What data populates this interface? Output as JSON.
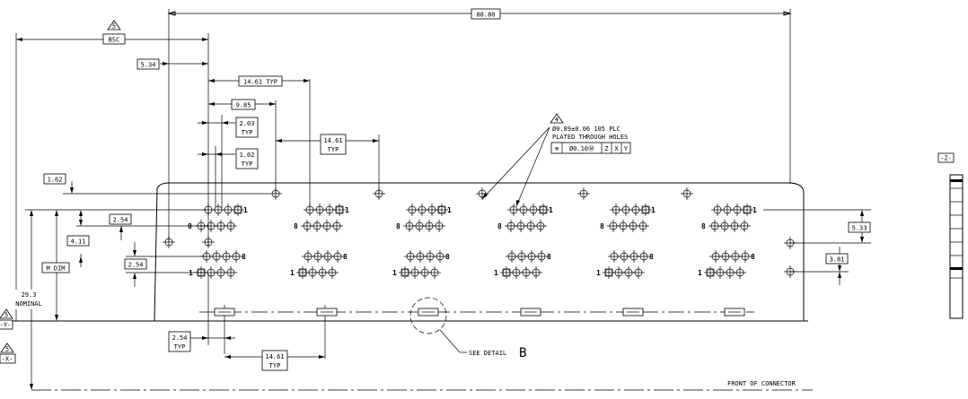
{
  "dimensions": {
    "overall_width": "88.80",
    "bsc": "BSC",
    "bsc_note": "5",
    "offset_left": "5.34",
    "pitch_typ": "14.61 TYP",
    "offset_9_85": "9.85",
    "pitch_2_03_a": "2.03",
    "pitch_2_03_b": "TYP",
    "pitch_1_02_a": "1.02",
    "pitch_1_02_b": "TYP",
    "pitch_14_61_a": "14.61",
    "pitch_14_61_b": "TYP",
    "top_1_62": "1.62",
    "row_2_54_top": "2.54",
    "row_4_11": "4.11",
    "m_dim": "M DIM",
    "row_2_54_bottom": "2.54",
    "nominal_value": "29.3",
    "nominal_label": "NOMINAL",
    "right_5_33": "5.33",
    "right_3_81": "3.81",
    "bottom_2_54_a": "2.54",
    "bottom_2_54_b": "TYP",
    "bottom_14_61_a": "14.61",
    "bottom_14_61_b": "TYP"
  },
  "notes": {
    "hole_flag": "4",
    "hole_spec_line1": "Ø0.89±0.06 105 PLC",
    "hole_spec_line2": "PLATED THROUGH HOLES",
    "fcf_symbol": "⊕",
    "fcf_tolerance": "Ø0.10Ⓜ",
    "fcf_datum_z": "Z",
    "fcf_datum_x": "X",
    "fcf_datum_y": "Y",
    "see_detail": "SEE DETAIL",
    "detail_letter": "B",
    "front_of_connector": "FRONT OF CONNECTOR"
  },
  "datums": {
    "z": "-Z-",
    "y_flag": "5",
    "y": "-Y-",
    "x_flag": "5",
    "x": "-X-"
  },
  "pin_labels": {
    "one": "1",
    "eight": "8"
  }
}
